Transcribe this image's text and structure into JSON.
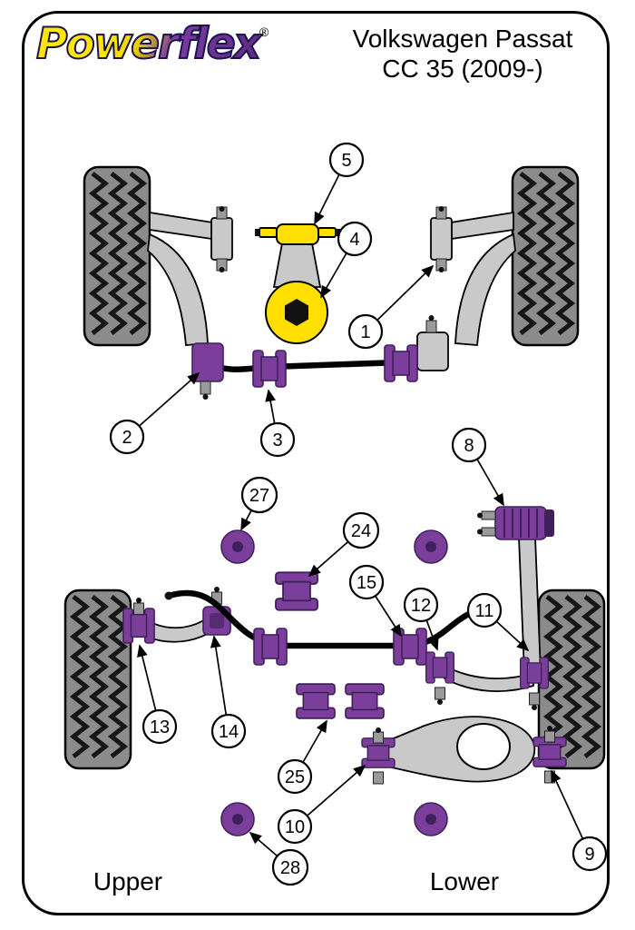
{
  "header": {
    "logo_text": "Powerflex",
    "registered_mark": "®",
    "title_line1": "Volkswagen Passat",
    "title_line2": "CC 35 (2009-)"
  },
  "labels": {
    "upper": "Upper",
    "lower": "Lower"
  },
  "callouts": [
    {
      "number": "5"
    },
    {
      "number": "4"
    },
    {
      "number": "1"
    },
    {
      "number": "2"
    },
    {
      "number": "3"
    },
    {
      "number": "8"
    },
    {
      "number": "27"
    },
    {
      "number": "24"
    },
    {
      "number": "15"
    },
    {
      "number": "12"
    },
    {
      "number": "11"
    },
    {
      "number": "13"
    },
    {
      "number": "14"
    },
    {
      "number": "25"
    },
    {
      "number": "10"
    },
    {
      "number": "28"
    },
    {
      "number": "9"
    }
  ],
  "colors": {
    "bushing_purple": "#7b3f9b",
    "bushing_purple_dark": "#40205c",
    "insert_yellow": "#ffdf00",
    "part_grey": "#c9c9c9"
  }
}
